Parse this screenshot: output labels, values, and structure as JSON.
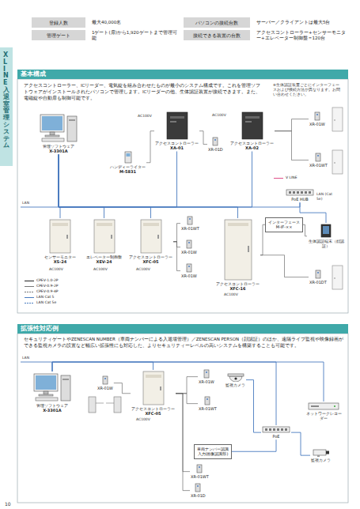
{
  "diagram": {
    "nodes": [
      {
        "text": [
          "管理ソフトウェア",
          "X-3301A"
        ]
      },
      {
        "text": [
          "XR-01D"
        ]
      },
      {
        "text": [
          "アクセスコントローラー",
          "XA-01"
        ]
      },
      {
        "text": [
          "ハンディーライター",
          "M-5831"
        ]
      },
      {
        "text": [
          "アクセスコントローラー",
          "XA-02"
        ]
      },
      {
        "text": [
          "XR-01W"
        ]
      },
      {
        "text": [
          "XR-01WT"
        ]
      },
      {
        "text": [
          "PoE HUB"
        ]
      },
      {
        "text": [
          "センサーモニター",
          "XS-24"
        ]
      },
      {
        "text": [
          "エレベーター制御盤",
          "XEV-24"
        ]
      },
      {
        "text": [
          "アクセスコントローラー",
          "XFC-05"
        ]
      },
      {
        "text": [
          "XR-01WT"
        ]
      },
      {
        "text": [
          "XR-01W"
        ]
      },
      {
        "text": [
          "XR-01W"
        ]
      },
      {
        "text": [
          "アクセスコントローラー",
          "XFC-16"
        ]
      },
      {
        "text": [
          "インターフェース",
          "M-IF-××"
        ]
      },
      {
        "text": [
          "生体認証端末（顔認証）"
        ]
      },
      {
        "text": [
          "XR-01DT"
        ]
      },
      {
        "text": [
          "管理ソフトウェア",
          "X-3301A"
        ]
      },
      {
        "text": [
          "XR-01W"
        ]
      },
      {
        "text": [
          "アクセスコントローラー",
          "XFC-05"
        ]
      },
      {
        "text": [
          "XR-01W"
        ]
      },
      {
        "text": [
          "XR-01WT"
        ]
      },
      {
        "text": [
          "監視カメラ"
        ]
      },
      {
        "text": [
          "ネットワークレコーダー"
        ]
      },
      {
        "text": [
          "PoE"
        ]
      },
      {
        "text": [
          "車両ナンバー認識",
          "入力(画像認識部)"
        ]
      },
      {
        "text": [
          "監視カメラ"
        ]
      },
      {
        "text": [
          "XR-01WT"
        ]
      },
      {
        "text": [
          "XR-01D"
        ]
      }
    ],
    "edges": [
      {
        "from": 0,
        "to": 2,
        "arrow": "none"
      },
      {
        "from": 0,
        "to": 4,
        "arrow": "none"
      },
      {
        "from": 0,
        "to": 7,
        "arrow": "none"
      },
      {
        "from": 0,
        "to": 8,
        "arrow": "none"
      },
      {
        "from": 0,
        "to": 9,
        "arrow": "none"
      },
      {
        "from": 0,
        "to": 10,
        "arrow": "none"
      },
      {
        "from": 0,
        "to": 14,
        "arrow": "none"
      },
      {
        "from": 2,
        "to": 1,
        "arrow": "none"
      },
      {
        "from": 2,
        "to": 3,
        "arrow": "none"
      },
      {
        "from": 4,
        "to": 5,
        "arrow": "none"
      },
      {
        "from": 4,
        "to": 6,
        "arrow": "none"
      },
      {
        "from": 7,
        "to": 16,
        "arrow": "none"
      },
      {
        "from": 10,
        "to": 11,
        "arrow": "none"
      },
      {
        "from": 10,
        "to": 12,
        "arrow": "none"
      },
      {
        "from": 10,
        "to": 13,
        "arrow": "none"
      },
      {
        "from": 14,
        "to": 15,
        "arrow": "none"
      },
      {
        "from": 15,
        "to": 16,
        "arrow": "none"
      },
      {
        "from": 14,
        "to": 17,
        "arrow": "none"
      },
      {
        "from": 18,
        "to": 20,
        "arrow": "none"
      },
      {
        "from": 18,
        "to": 24,
        "arrow": "none"
      },
      {
        "from": 18,
        "to": 25,
        "arrow": "none"
      },
      {
        "from": 20,
        "to": 19,
        "arrow": "none"
      },
      {
        "from": 20,
        "to": 21,
        "arrow": "none"
      },
      {
        "from": 20,
        "to": 22,
        "arrow": "none"
      },
      {
        "from": 20,
        "to": 28,
        "arrow": "none"
      },
      {
        "from": 20,
        "to": 29,
        "arrow": "none"
      },
      {
        "from": 25,
        "to": 23,
        "arrow": "none"
      },
      {
        "from": 25,
        "to": 27,
        "arrow": "none"
      },
      {
        "from": 25,
        "to": 26,
        "arrow": "none"
      }
    ],
    "labels": [
      "登録人数",
      "最大40,000名",
      "パソコンの接続台数",
      "サーバー／クライアントは最大5台",
      "管理ゲート",
      "1ゲート(扉)から1,920ゲートまで管理可能",
      "接続できる装置の台数",
      "アクセスコントローラー+センサーモニター+エレベーター制御盤＝120台",
      "XLINE 入退室管理システム",
      "基本構成",
      "アクセスコントローラー、ICリーダー、電気錠を組み合わせたものが最小のシステム構成です。これを管理ソフトウェアがインストールされたパソコンで管理します。ICリーダーの他、生体認証装置が接続できます。また、電磁錠や自動扉も制御可能です。",
      "※生体認証装置ごとにインターフェースおよび接続方法が異なります。お問い合わせください。",
      "AC100V",
      "AC100V",
      "LAN (Cat 5e)",
      "AC100V",
      "AC100V",
      "AC100V",
      "AC100V",
      "LAN",
      "拡張性対応例",
      "セキュリティゲートやZENESCAN NUMBER（車両ナンバーによる入退場管理）／ZENESCAN PERSON（顔認証）のほか、遠隔ライブ監視や映像録画ができる監視カメラの設置など幅広い拡張性にも対応した、よりセキュリティーレベルの高いシステムを構築することも可能です。",
      "LAN",
      "AC100V",
      "10"
    ],
    "legend": [
      {
        "text": "CPEV-1.0-2P"
      },
      {
        "text": "CPEV-0.9-2P"
      },
      {
        "text": "CPEV-0.9-4P"
      },
      {
        "text": "LAN Cat 5"
      },
      {
        "text": "LAN Cat 5e"
      },
      {
        "text": "V LINE"
      }
    ]
  }
}
